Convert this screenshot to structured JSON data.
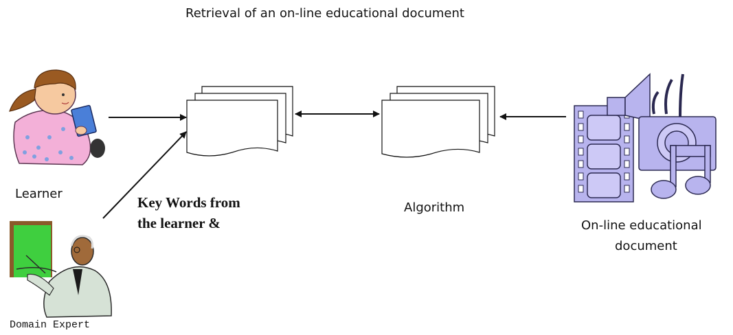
{
  "diagram": {
    "title": "Retrieval of an on-line educational document",
    "learner_label": "Learner",
    "keywords_label_line1": "Key Words from",
    "keywords_label_line2": "the learner &",
    "algorithm_label": "Algorithm",
    "document_label_line1": "On-line educational",
    "document_label_line2": "document",
    "expert_label": "Domain Expert"
  },
  "icons": {
    "learner": "reading-girl-icon",
    "expert": "teacher-at-board-icon",
    "document": "multimedia-film-camera-music-icon",
    "keywords_stack": "document-stack-icon",
    "algorithm_stack": "document-stack-icon"
  },
  "colors": {
    "line": "#111111",
    "media_fill": "#b8b4ee",
    "media_stroke": "#2a2850",
    "board": "#3fcf3f",
    "dress": "#f3b0d8",
    "hair": "#9a5a22",
    "skin": "#f6c9a0"
  }
}
